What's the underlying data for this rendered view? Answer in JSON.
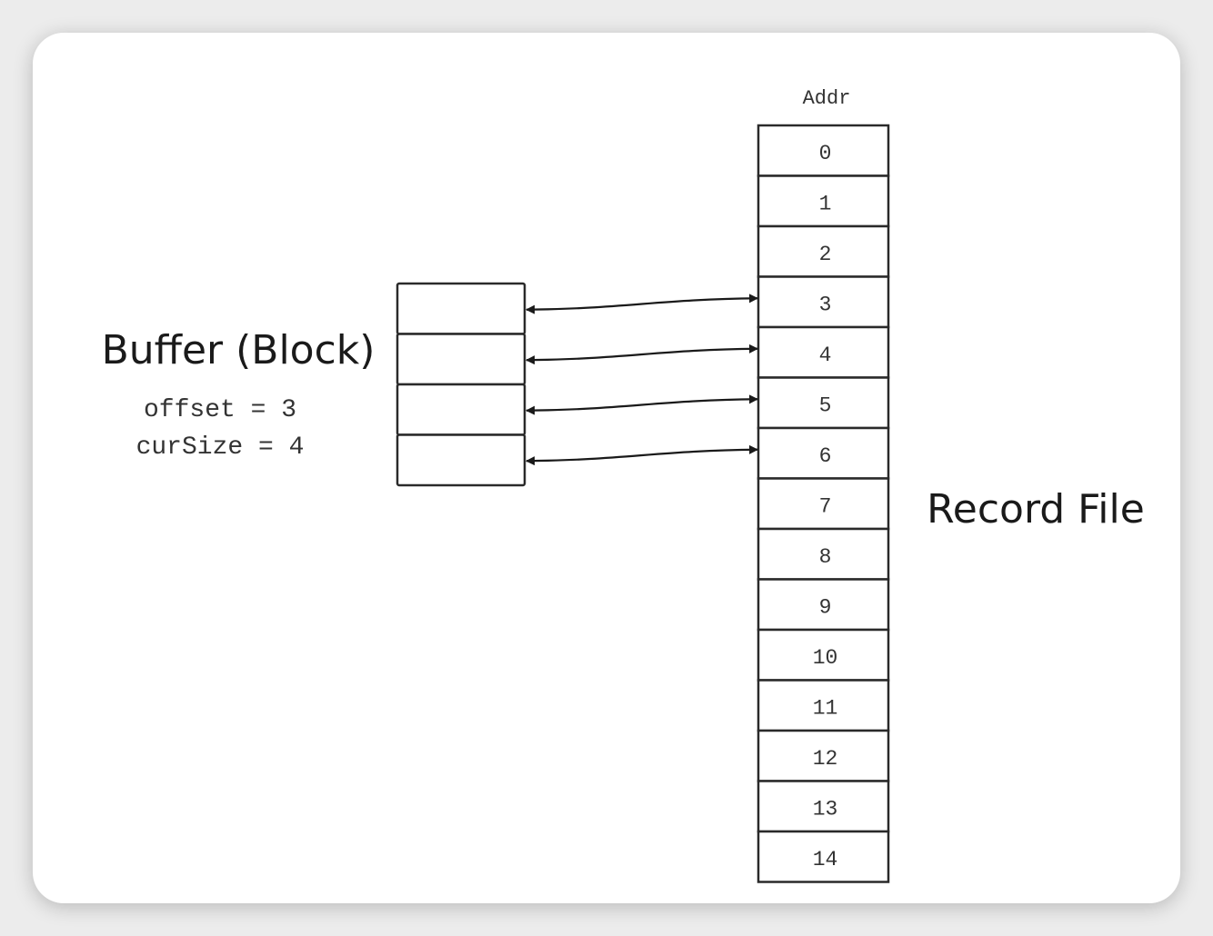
{
  "diagram": {
    "buffer_title": "Buffer (Block)",
    "buffer_info": [
      "offset = 3",
      "curSize = 4"
    ],
    "buffer_slot_count": 4,
    "file_header": "Addr",
    "file_title": "Record File",
    "file_addresses": [
      "0",
      "1",
      "2",
      "3",
      "4",
      "5",
      "6",
      "7",
      "8",
      "9",
      "10",
      "11",
      "12",
      "13",
      "14"
    ],
    "mappings": [
      {
        "buffer_slot": 0,
        "address": "3"
      },
      {
        "buffer_slot": 1,
        "address": "4"
      },
      {
        "buffer_slot": 2,
        "address": "5"
      },
      {
        "buffer_slot": 3,
        "address": "6"
      }
    ]
  }
}
